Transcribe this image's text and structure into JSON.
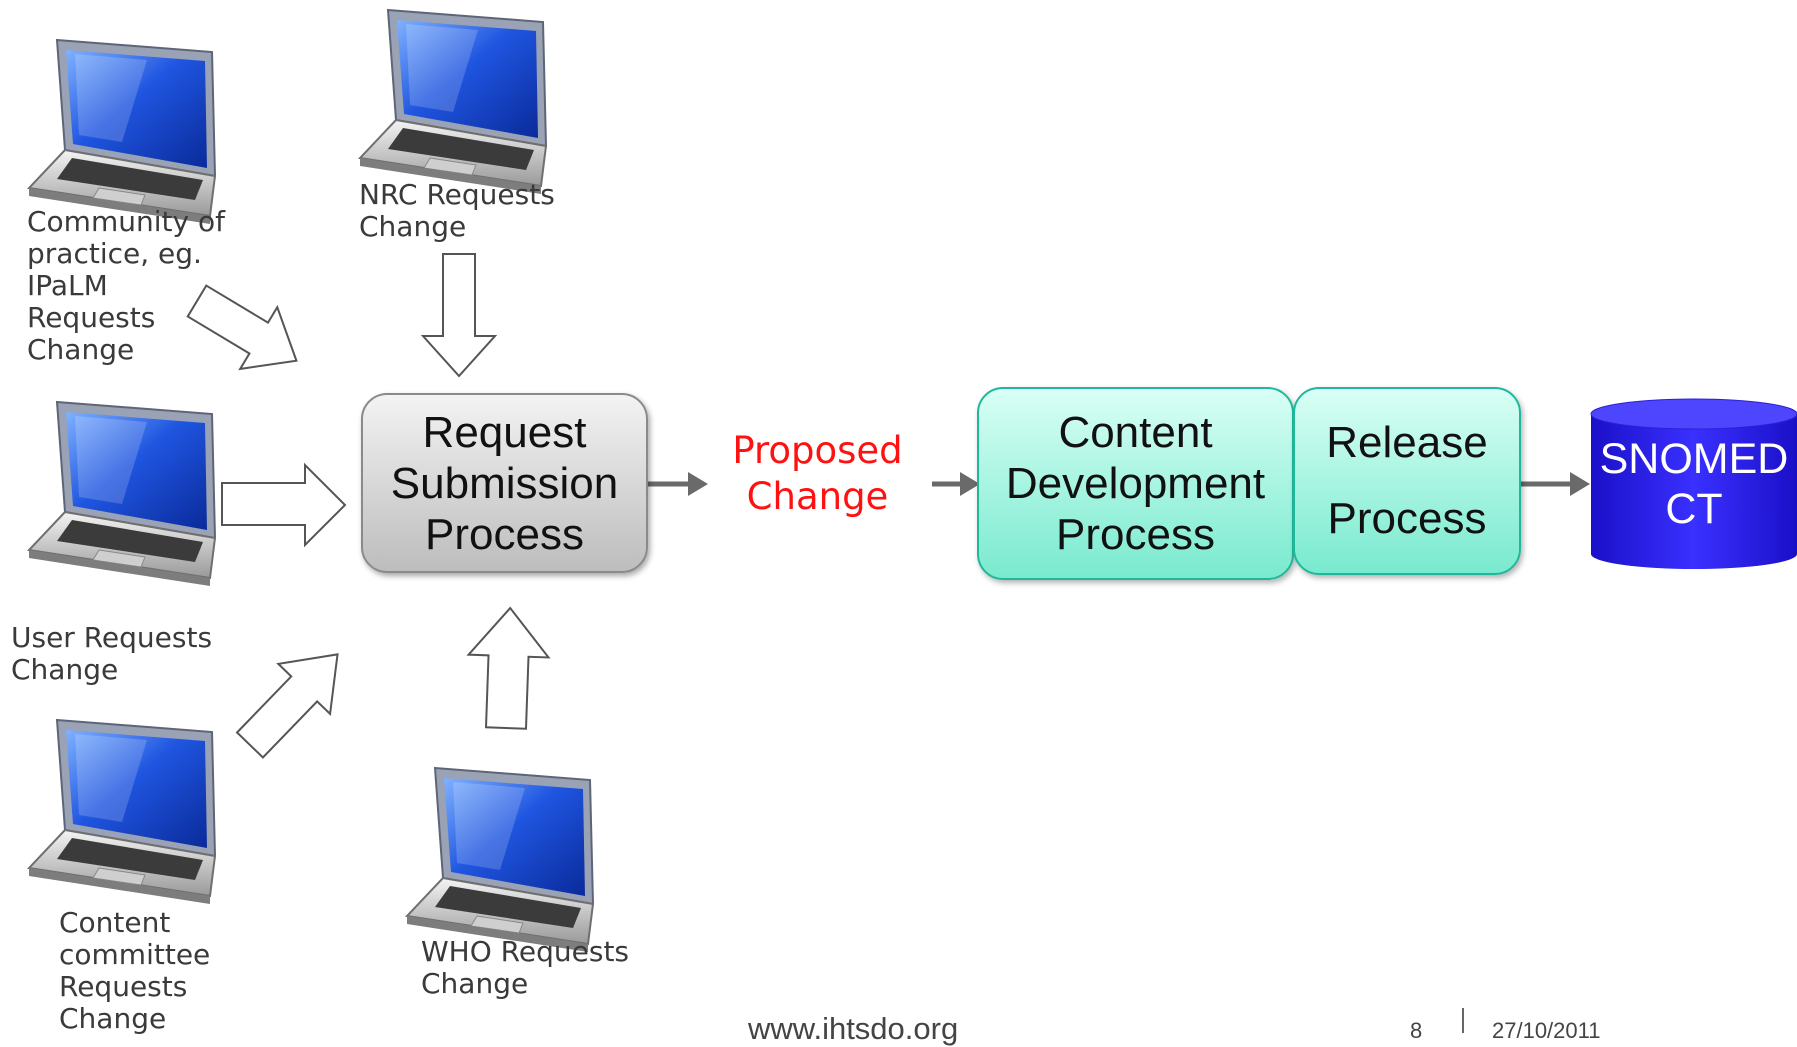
{
  "sources": [
    {
      "id": "community",
      "label": "Community of\npractice, eg.\nIPaLM\n Requests\nChange"
    },
    {
      "id": "nrc",
      "label": "NRC Requests\nChange"
    },
    {
      "id": "user",
      "label": "User Requests\nChange"
    },
    {
      "id": "content-committee",
      "label": "Content\ncommittee\nRequests\nChange"
    },
    {
      "id": "who",
      "label": "WHO Requests\nChange"
    }
  ],
  "process": {
    "request_submission": "Request\nSubmission\nProcess",
    "proposed_change": "Proposed\nChange",
    "content_development": "Content\nDevelopment\nProcess",
    "release": "Release\nProcess",
    "database": "SNOMED\nCT"
  },
  "footer": {
    "url": "www.ihtsdo.org",
    "page": "8",
    "date": "27/10/2011"
  },
  "colors": {
    "proposed_text": "#ff1111",
    "database_fill": "#2a1fe0",
    "process_fill": "#79eacf",
    "request_fill": "#cfcfcf"
  },
  "icons": [
    "laptop-icon"
  ]
}
